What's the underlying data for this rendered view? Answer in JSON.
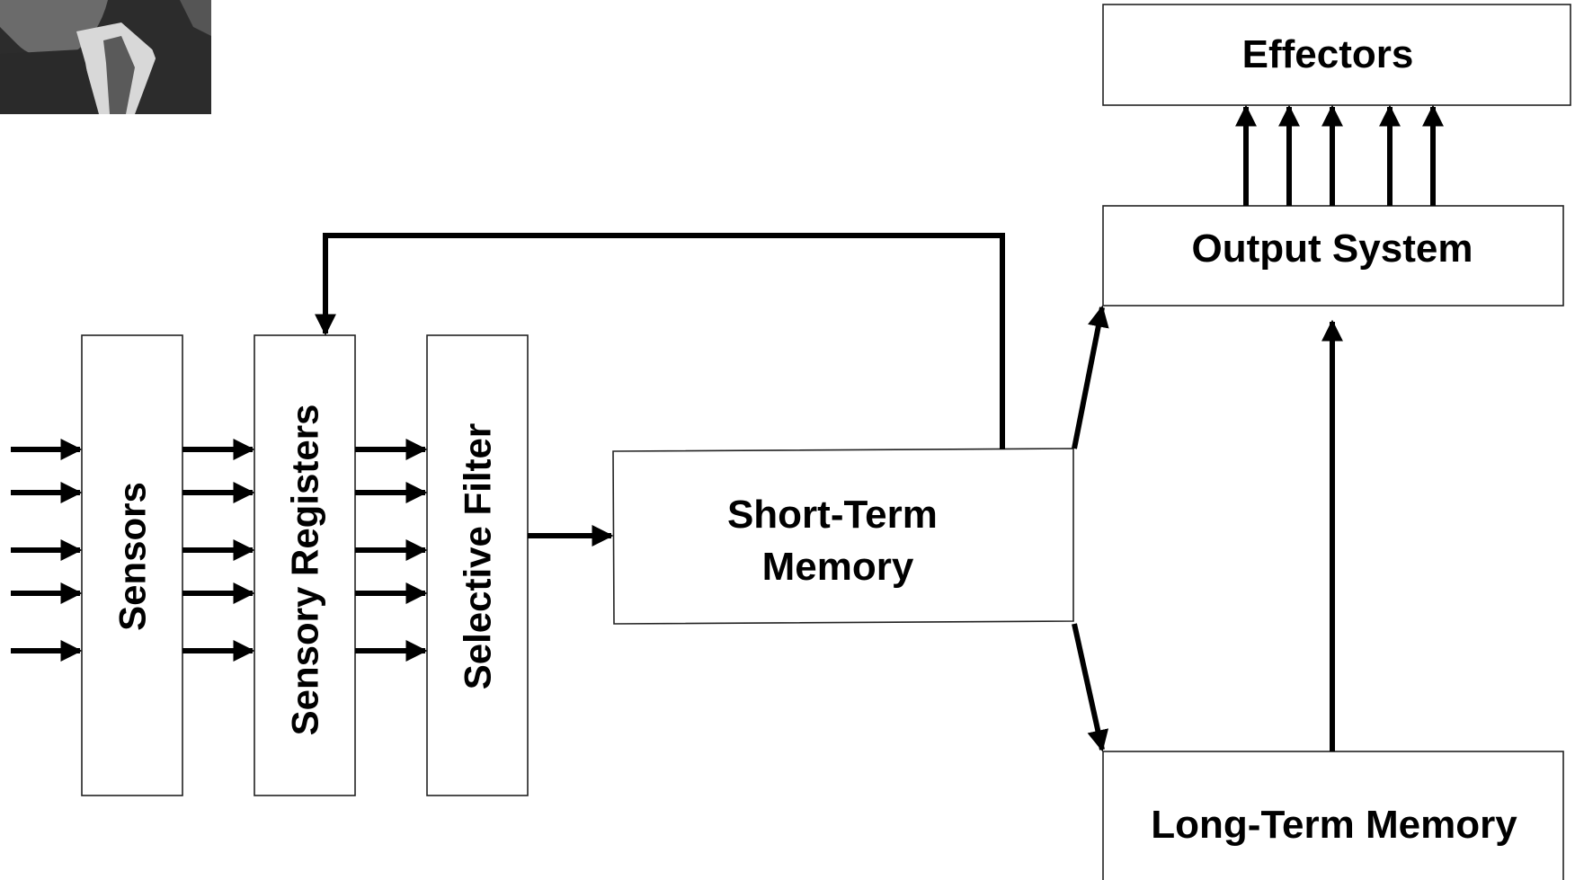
{
  "diagram": {
    "sensors": "Sensors",
    "sensory_registers": "Sensory Registers",
    "selective_filter": "Selective Filter",
    "short_term_memory": [
      "Short-Term",
      "Memory"
    ],
    "output_system": "Output System",
    "effectors": "Effectors",
    "long_term_memory": "Long-Term Memory"
  },
  "colors": {
    "stroke": "#000000",
    "box_fill": "#ffffff",
    "background": "#ffffff"
  },
  "portrait": {
    "icon": "person-portrait-photo"
  }
}
